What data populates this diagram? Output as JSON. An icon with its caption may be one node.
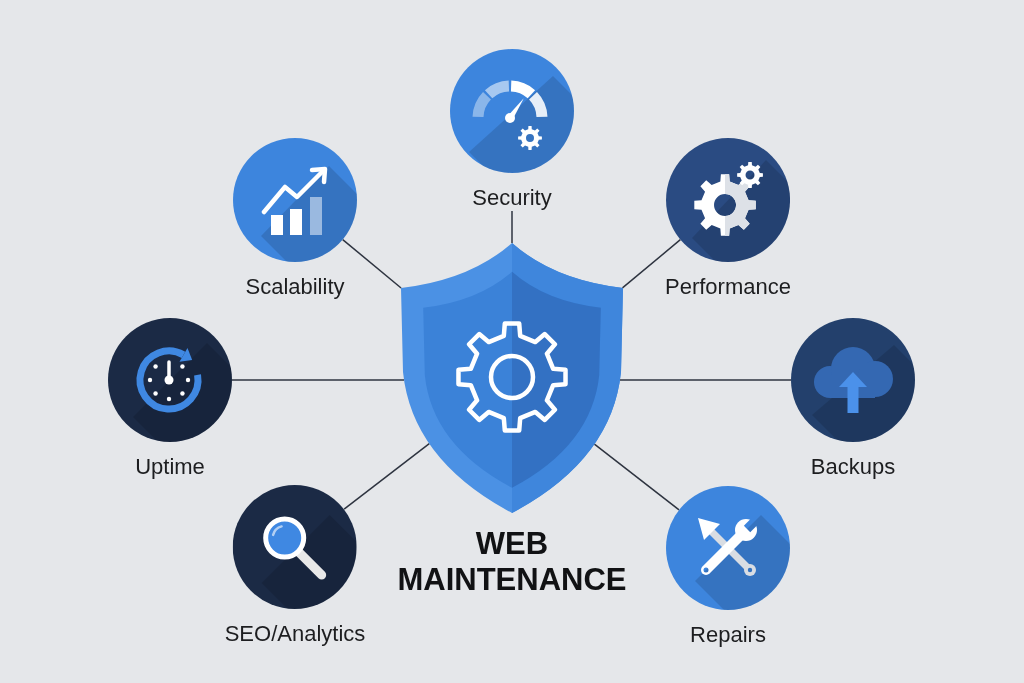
{
  "diagram": {
    "nodes": [
      {
        "text": [
          "WEB MAINTENANCE"
        ]
      },
      {
        "text": [
          "Security"
        ]
      },
      {
        "text": [
          "Scalability"
        ]
      },
      {
        "text": [
          "Performance"
        ]
      },
      {
        "text": [
          "Uptime"
        ]
      },
      {
        "text": [
          "Backups"
        ]
      },
      {
        "text": [
          "SEO/Analytics"
        ]
      },
      {
        "text": [
          "Repairs"
        ]
      }
    ],
    "edges": [
      {
        "from": 0,
        "to": 1,
        "arrow": "none"
      },
      {
        "from": 0,
        "to": 2,
        "arrow": "none"
      },
      {
        "from": 0,
        "to": 3,
        "arrow": "none"
      },
      {
        "from": 0,
        "to": 4,
        "arrow": "none"
      },
      {
        "from": 0,
        "to": 5,
        "arrow": "none"
      },
      {
        "from": 0,
        "to": 6,
        "arrow": "none"
      },
      {
        "from": 0,
        "to": 7,
        "arrow": "none"
      }
    ]
  }
}
